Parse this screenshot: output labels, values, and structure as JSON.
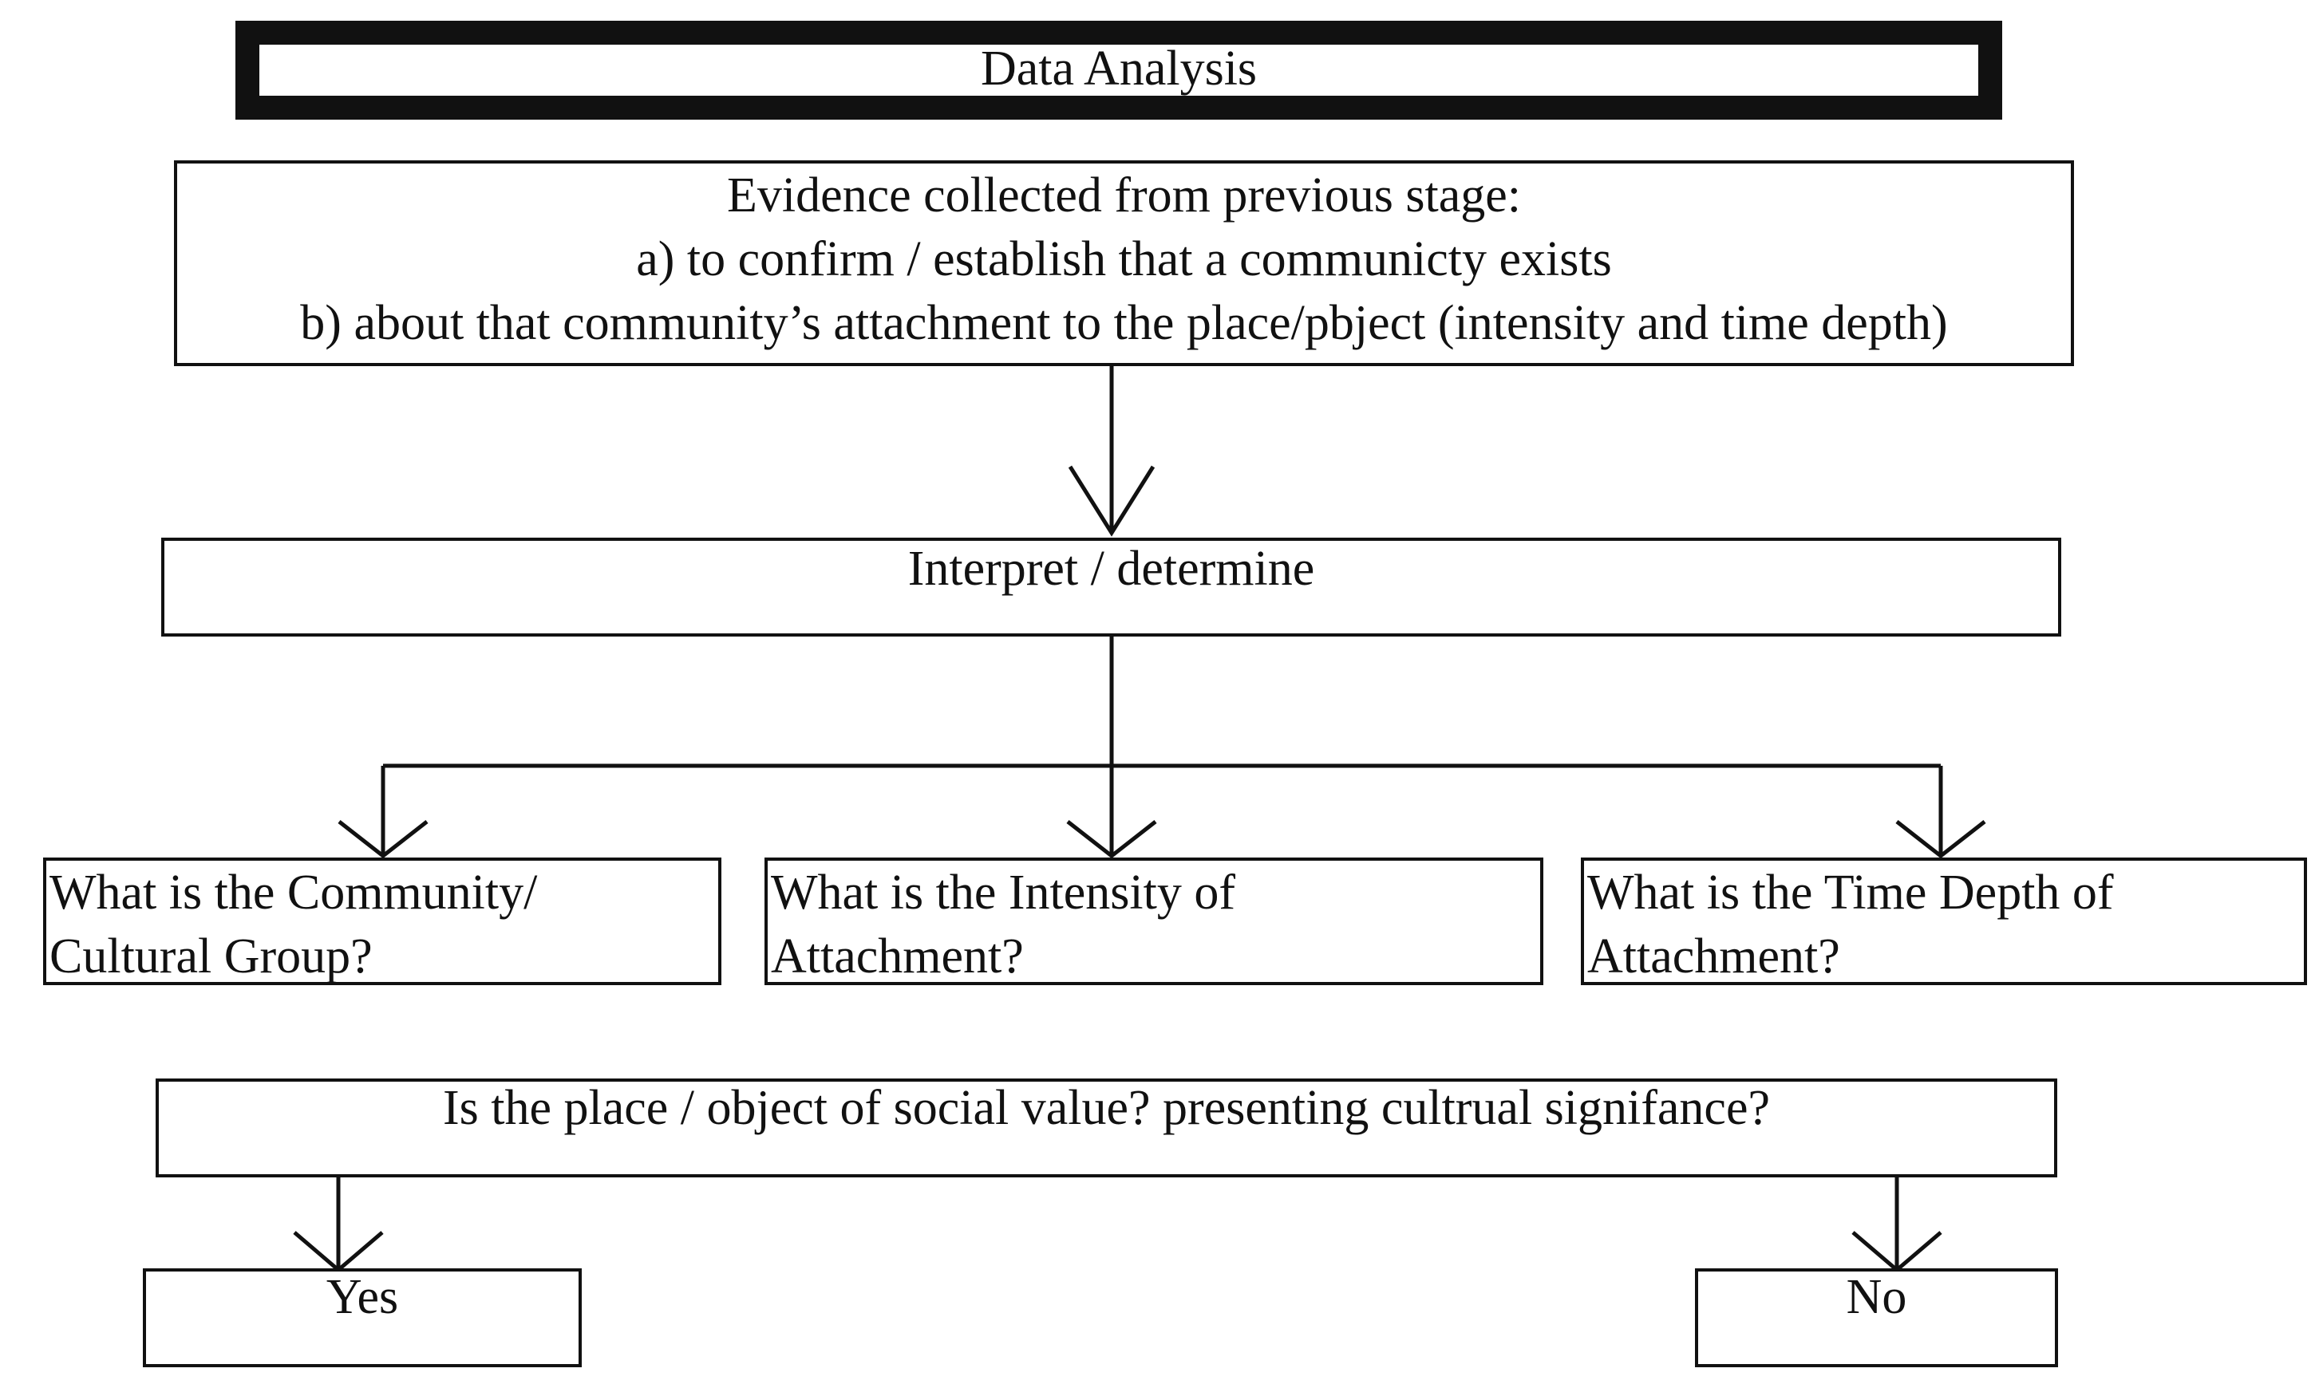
{
  "title": "Data Analysis",
  "evidence": {
    "lines": [
      "Evidence collected from previous stage:",
      "a) to confirm / establish that a communicty exists",
      "b) about that community’s attachment to the place/pbject (intensity and time depth)"
    ]
  },
  "interpret": "Interpret / determine",
  "questions": [
    {
      "lines": [
        "What is the Community/",
        "Cultural Group?"
      ]
    },
    {
      "lines": [
        "What is the Intensity of",
        "Attachment?"
      ]
    },
    {
      "lines": [
        "What is the Time Depth of",
        "Attachment?"
      ]
    }
  ],
  "decision": "Is the place / object of social value? presenting cultrual signifance?",
  "outcomes": {
    "yes": "Yes",
    "no": "No"
  }
}
